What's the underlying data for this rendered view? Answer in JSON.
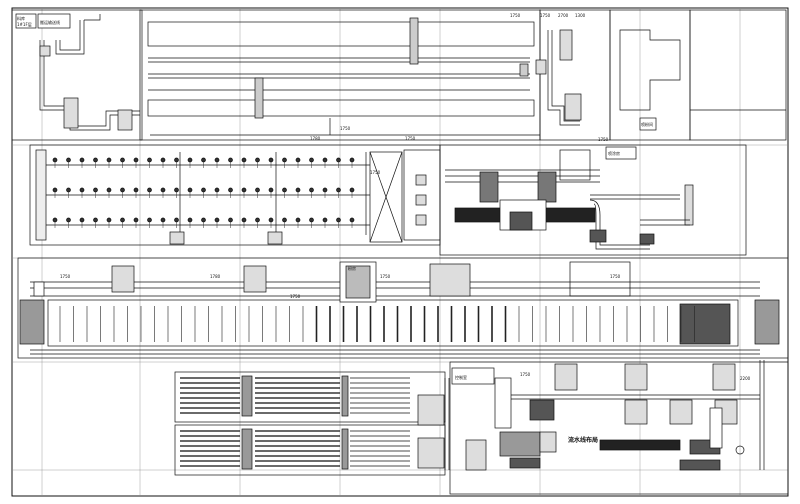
{
  "labels": {
    "tag_a": "料库",
    "tag_a2": "1#1F层",
    "tag_b": "搬运输送线",
    "tag_c": "1750",
    "tag_d": "1750",
    "tag_e": "2700",
    "tag_f": "1300",
    "tag_g": "1750",
    "tag_h": "1750",
    "zone_right_a": "喷粉间",
    "zone_right_b": "1750",
    "zone_mid": "1780",
    "zone_mid2": "1750",
    "box_hang": "喷涂房",
    "box_hang2": "粉房",
    "box_bottom": "控制室",
    "label_bottom_center": "流水线布局",
    "dim_1": "1750",
    "dim_2": "1780",
    "dim_3": "1750",
    "dim_4": "1750",
    "dim_5": "1750",
    "dim_6": "1750",
    "dim_7": "2200"
  },
  "colors": {
    "line": "#111111",
    "grid": "#555555",
    "fill_dark": "#222222",
    "fill_mid": "#777777",
    "background": "#ffffff"
  }
}
